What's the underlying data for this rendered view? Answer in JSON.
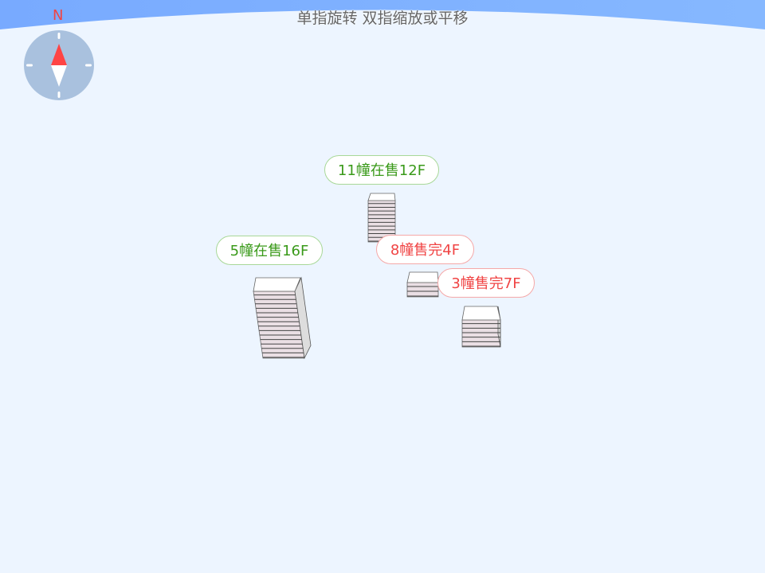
{
  "header": {
    "hint": "单指旋转 双指缩放或平移"
  },
  "compass": {
    "north_label": "N",
    "icon": "compass-icon"
  },
  "colors": {
    "sky": "#7fb0ff",
    "background": "#edf5ff",
    "on_sale": "#3a9a1a",
    "sold_out": "#f04444"
  },
  "buildings": [
    {
      "label": "11幢在售12F",
      "status": "on_sale",
      "floors": 12
    },
    {
      "label": "5幢在售16F",
      "status": "on_sale",
      "floors": 16
    },
    {
      "label": "8幢售完4F",
      "status": "sold_out",
      "floors": 4
    },
    {
      "label": "3幢售完7F",
      "status": "sold_out",
      "floors": 7
    }
  ]
}
